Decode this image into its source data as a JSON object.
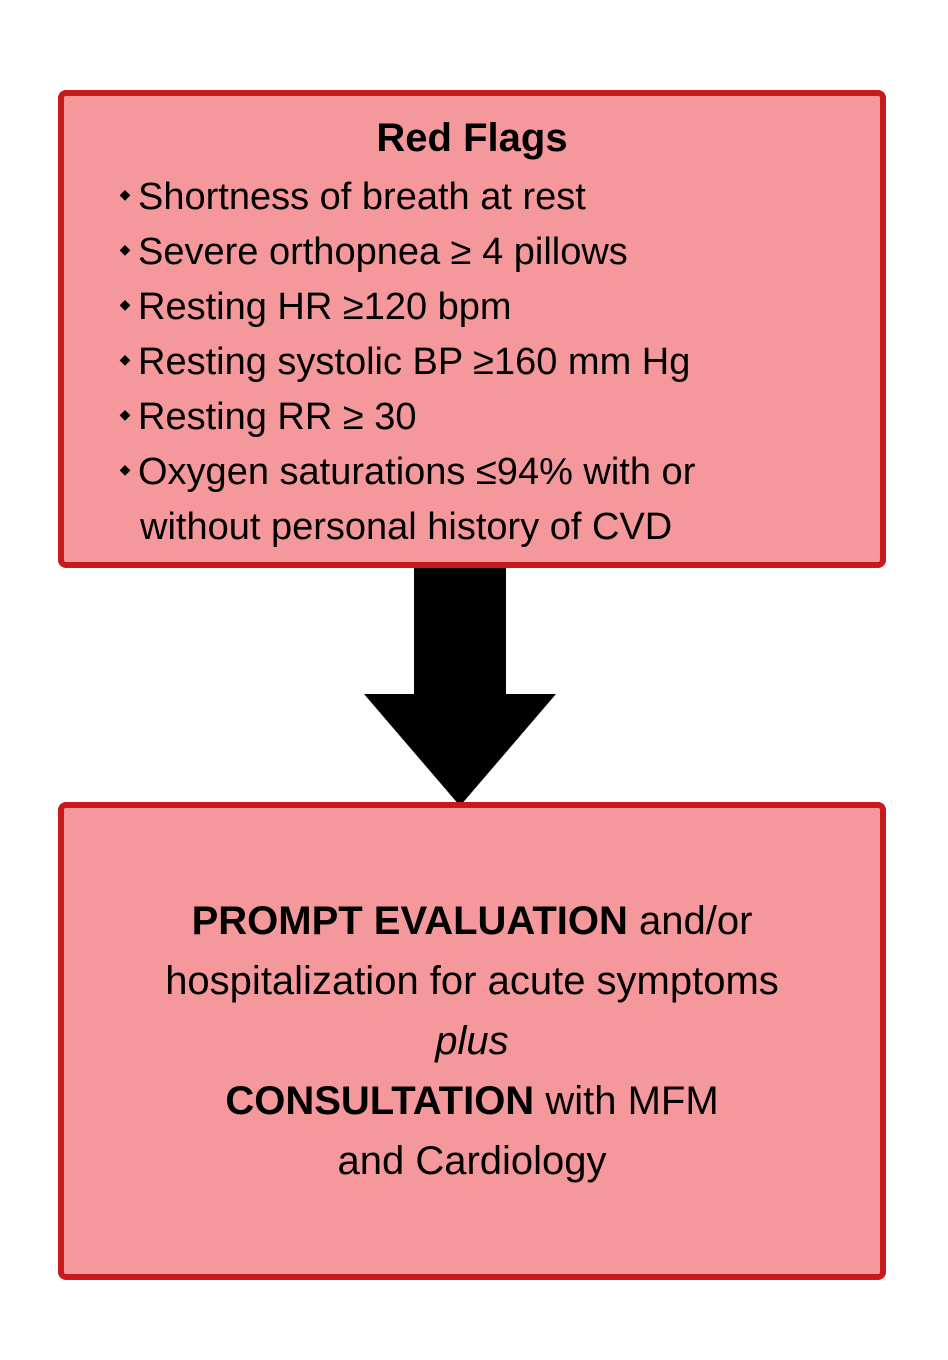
{
  "red_flags": {
    "title": "Red Flags",
    "bullet_icon": "diamond-bullet",
    "items": [
      {
        "text": "Shortness of breath at rest"
      },
      {
        "text": "Severe orthopnea ≥ 4 pillows"
      },
      {
        "text": "Resting HR ≥120 bpm"
      },
      {
        "text": "Resting systolic BP ≥160 mm Hg"
      },
      {
        "text": "Resting RR ≥ 30"
      },
      {
        "text": "Oxygen saturations ≤94% with or",
        "continuation": "without personal history of CVD"
      }
    ]
  },
  "connector": {
    "icon": "down-arrow-icon"
  },
  "action": {
    "line1_bold": "PROMPT EVALUATION",
    "line1_rest": " and/or",
    "line2": "hospitalization for acute symptoms",
    "line3_italic": "plus",
    "line4_bold": "CONSULTATION",
    "line4_rest": " with MFM",
    "line5": "and Cardiology"
  },
  "colors": {
    "box_fill": "#f4989c",
    "box_border": "#c8191c",
    "arrow": "#000000",
    "text": "#000000"
  }
}
